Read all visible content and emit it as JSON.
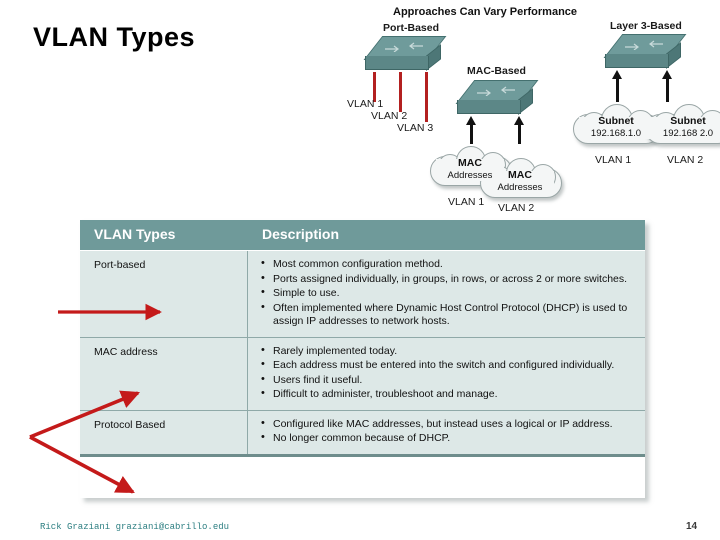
{
  "slide": {
    "title": "VLAN Types",
    "page_number": "14",
    "credit": "Rick Graziani  graziani@cabrillo.edu"
  },
  "diagram": {
    "heading": "Approaches Can Vary Performance",
    "port_based_label": "Port-Based",
    "mac_based_label": "MAC-Based",
    "layer3_based_label": "Layer 3-Based",
    "port_vlans": [
      "VLAN 1",
      "VLAN 2",
      "VLAN 3"
    ],
    "mac_clouds": [
      {
        "line1": "MAC",
        "line2": "Addresses",
        "vlan": "VLAN 1"
      },
      {
        "line1": "MAC",
        "line2": "Addresses",
        "vlan": "VLAN 2"
      }
    ],
    "subnet_clouds": [
      {
        "line1": "Subnet",
        "line2": "192.168.1.0",
        "vlan": "VLAN 1"
      },
      {
        "line1": "Subnet",
        "line2": "192.168 2.0",
        "vlan": "VLAN 2"
      }
    ]
  },
  "table": {
    "headers": {
      "col1": "VLAN Types",
      "col2": "Description"
    },
    "rows": [
      {
        "type": "Port-based",
        "bullets": [
          "Most common configuration method.",
          "Ports assigned individually, in groups, in rows, or across 2 or more switches.",
          "Simple to use.",
          "Often implemented where Dynamic Host Control Protocol (DHCP) is used to assign IP addresses to network hosts."
        ]
      },
      {
        "type": "MAC address",
        "bullets": [
          "Rarely implemented today.",
          "Each address must be entered into the switch and configured individually.",
          "Users find it useful.",
          "Difficult to administer, troubleshoot and manage."
        ]
      },
      {
        "type": "Protocol Based",
        "bullets": [
          "Configured like MAC addresses, but instead uses a logical or IP address.",
          "No longer common because of DHCP."
        ]
      }
    ]
  },
  "colors": {
    "teal_header": "#6f9a9a",
    "table_body": "#dde8e7",
    "annotation_red": "#c41a1a",
    "credit_teal": "#2d7f82"
  }
}
